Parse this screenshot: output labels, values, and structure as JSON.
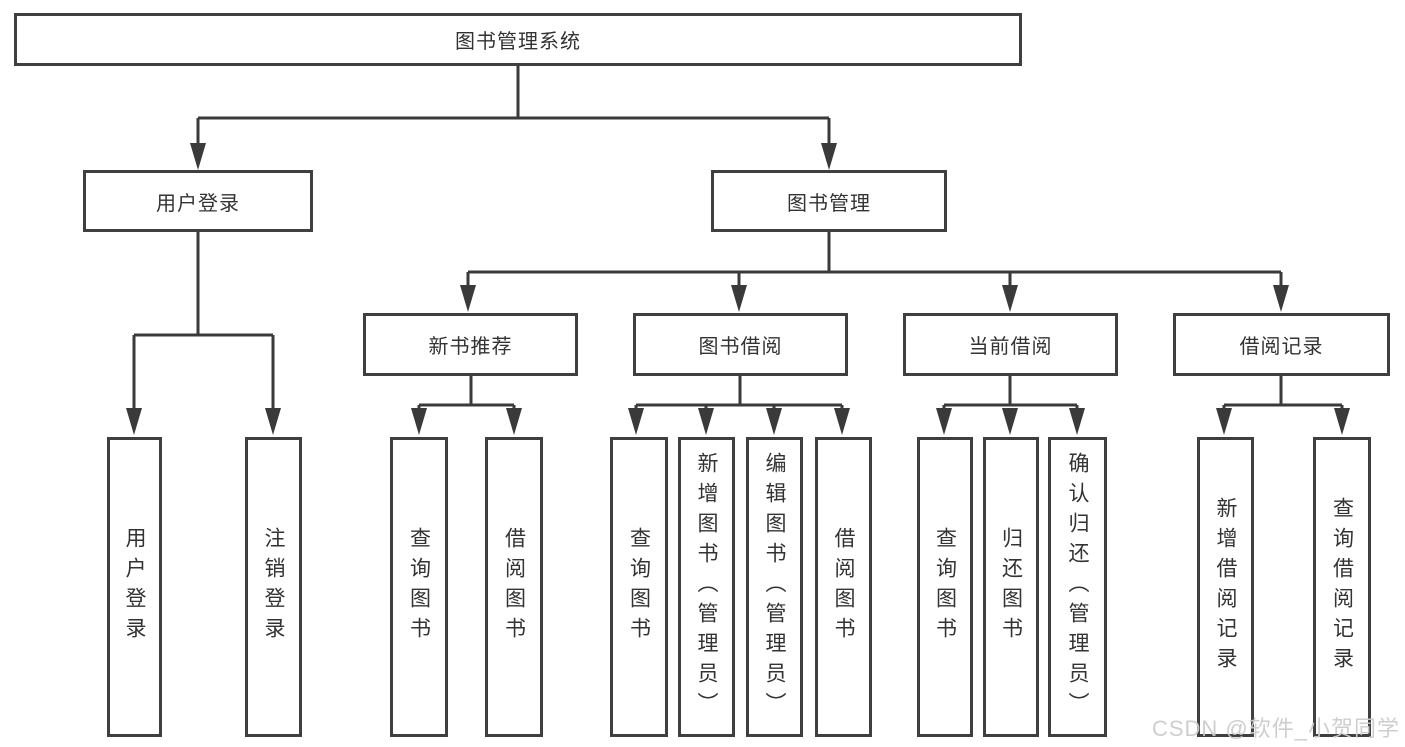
{
  "diagram": {
    "root": "图书管理系统",
    "branches": [
      {
        "label": "用户登录",
        "children": [
          {
            "label": "用户登录"
          },
          {
            "label": "注销登录"
          }
        ]
      },
      {
        "label": "图书管理",
        "children": [
          {
            "label": "新书推荐",
            "children": [
              {
                "label": "查询图书"
              },
              {
                "label": "借阅图书"
              }
            ]
          },
          {
            "label": "图书借阅",
            "children": [
              {
                "label": "查询图书"
              },
              {
                "label": "新增图书（管理员）"
              },
              {
                "label": "编辑图书（管理员）"
              },
              {
                "label": "借阅图书"
              }
            ]
          },
          {
            "label": "当前借阅",
            "children": [
              {
                "label": "查询图书"
              },
              {
                "label": "归还图书"
              },
              {
                "label": "确认归还（管理员）"
              }
            ]
          },
          {
            "label": "借阅记录",
            "children": [
              {
                "label": "新增借阅记录"
              },
              {
                "label": "查询借阅记录"
              }
            ]
          }
        ]
      }
    ]
  },
  "watermark": {
    "text": "CSDN @软件_小贺同学"
  },
  "colors": {
    "line": "#3a3a3a",
    "border": "#3f3f3f",
    "text": "#333333",
    "watermark": "#cccccc",
    "background": "#ffffff"
  }
}
